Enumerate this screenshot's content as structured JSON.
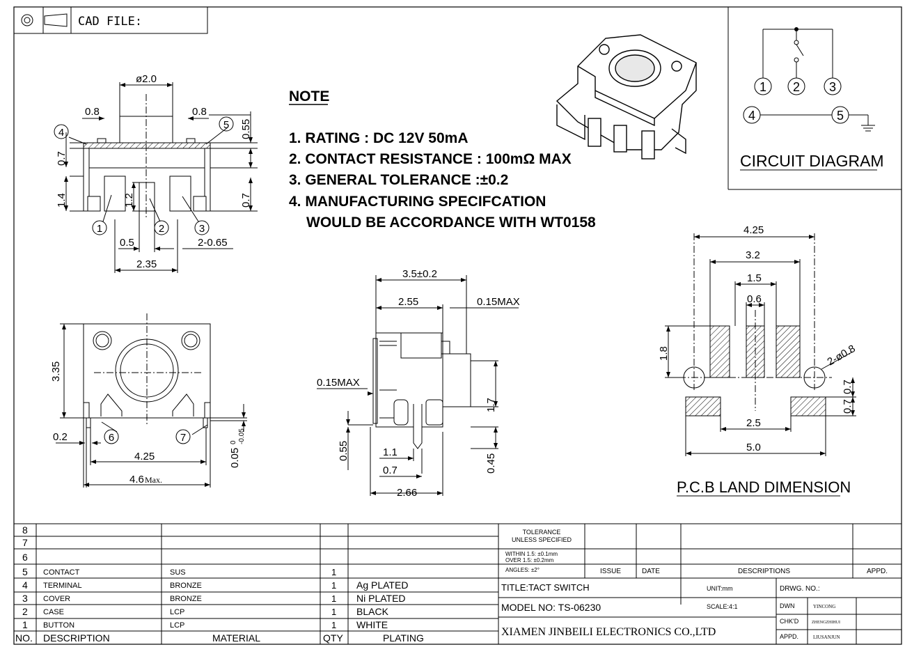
{
  "header": {
    "cad_label": "CAD FILE:"
  },
  "notes": {
    "title": "NOTE",
    "items": [
      "1. RATING : DC 12V  50mA",
      "2. CONTACT RESISTANCE : 100mΩ MAX",
      "3. GENERAL TOLERANCE :±0.2",
      "4. MANUFACTURING SPECIFCATION",
      "WOULD BE ACCORDANCE WITH WT0158"
    ]
  },
  "circuit": {
    "title": "CIRCUIT DIAGRAM",
    "pins": [
      "1",
      "2",
      "3",
      "4",
      "5"
    ]
  },
  "front_view": {
    "dims": [
      "ø2.0",
      "0.8",
      "0.8",
      "0.55",
      "0.7",
      "1.4",
      "1.2",
      "0.7",
      "0.5",
      "2-0.65",
      "2.35"
    ],
    "callouts": [
      "4",
      "5",
      "1",
      "2",
      "3"
    ]
  },
  "top_view": {
    "dims": [
      "3.35",
      "0.2",
      "4.25",
      "4.6",
      "Max.",
      "0.05",
      "0",
      "-0.05"
    ],
    "callouts": [
      "6",
      "7"
    ]
  },
  "side_view": {
    "dims": [
      "3.5±0.2",
      "2.55",
      "0.15MAX",
      "0.15MAX",
      "1.7",
      "0.55",
      "1.1",
      "0.7",
      "0.45",
      "2.66"
    ]
  },
  "pcb": {
    "title": "P.C.B LAND DIMENSION",
    "dims": [
      "4.25",
      "3.2",
      "1.5",
      "0.6",
      "1.8",
      "2-ø0.8",
      "0.7",
      "0.7",
      "2.5",
      "5.0"
    ]
  },
  "bom": {
    "rows": [
      {
        "no": "8",
        "description": "",
        "material": "",
        "qty": "",
        "plating": ""
      },
      {
        "no": "7",
        "description": "",
        "material": "",
        "qty": "",
        "plating": ""
      },
      {
        "no": "6",
        "description": "",
        "material": "",
        "qty": "",
        "plating": ""
      },
      {
        "no": "5",
        "description": "CONTACT",
        "material": "SUS",
        "qty": "1",
        "plating": ""
      },
      {
        "no": "4",
        "description": "TERMINAL",
        "material": "BRONZE",
        "qty": "1",
        "plating": "Ag PLATED"
      },
      {
        "no": "3",
        "description": "COVER",
        "material": "BRONZE",
        "qty": "1",
        "plating": "Ni PLATED"
      },
      {
        "no": "2",
        "description": "CASE",
        "material": "LCP",
        "qty": "1",
        "plating": "BLACK"
      },
      {
        "no": "1",
        "description": "BUTTON",
        "material": "LCP",
        "qty": "1",
        "plating": "WHITE"
      }
    ],
    "header": {
      "no": "NO.",
      "description": "DESCRIPTION",
      "material": "MATERIAL",
      "qty": "QTY",
      "plating": "PLATING"
    }
  },
  "title_block": {
    "tolerance_l1": "TOLERANCE",
    "tolerance_l2": "UNLESS SPECIFIED",
    "within": "WITHIN 1.5: ±0.1mm",
    "over": "OVER 1.5:  ±0.2mm",
    "angles": "ANGLES: ±2°",
    "issue": "ISSUE",
    "date": "DATE",
    "descriptions": "DESCRIPTIONS",
    "appd": "APPD.",
    "title": "TITLE:TACT SWITCH",
    "unit": "UNIT:mm",
    "drwg": "DRWG. NO.:",
    "model": "MODEL NO: TS-06230",
    "scale": "SCALE:4:1",
    "dwn_label": "DWN",
    "dwn_name": "YINCONG",
    "chkd_label": "CHK'D",
    "chkd_name": "ZHENGZHIHUI",
    "appd_label": "APPD.",
    "appd_name": "LIUSANJUN",
    "company": "XIAMEN JINBEILI ELECTRONICS CO.,LTD"
  }
}
